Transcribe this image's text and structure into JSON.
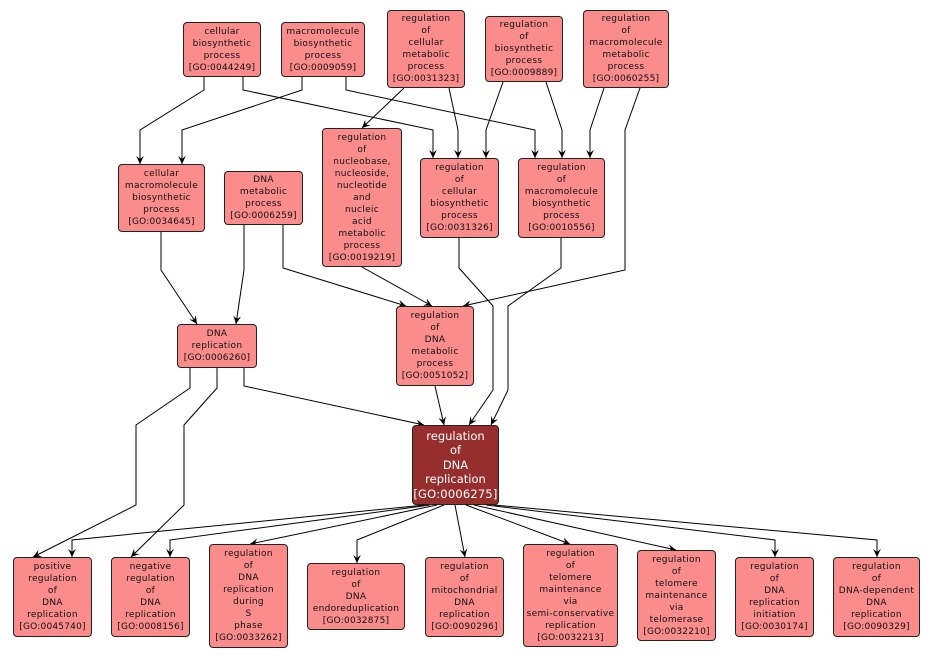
{
  "title": "GO term ancestor/descendant graph for regulation of DNA replication",
  "colors": {
    "node_fill": "#fa8c8c",
    "focus_fill": "#972e2e",
    "edge": "#000000",
    "border": "#222222"
  },
  "nodes": [
    {
      "id": "n0044249",
      "lines": [
        "cellular",
        "biosynthetic",
        "process"
      ],
      "go": "[GO:0044249]"
    },
    {
      "id": "n0009059",
      "lines": [
        "macromolecule",
        "biosynthetic",
        "process"
      ],
      "go": "[GO:0009059]"
    },
    {
      "id": "n0031323",
      "lines": [
        "regulation",
        "of",
        "cellular",
        "metabolic",
        "process"
      ],
      "go": "[GO:0031323]"
    },
    {
      "id": "n0009889",
      "lines": [
        "regulation",
        "of",
        "biosynthetic",
        "process"
      ],
      "go": "[GO:0009889]"
    },
    {
      "id": "n0060255",
      "lines": [
        "regulation",
        "of",
        "macromolecule",
        "metabolic",
        "process"
      ],
      "go": "[GO:0060255]"
    },
    {
      "id": "n0034645",
      "lines": [
        "cellular",
        "macromolecule",
        "biosynthetic",
        "process"
      ],
      "go": "[GO:0034645]"
    },
    {
      "id": "n0006259",
      "lines": [
        "DNA",
        "metabolic",
        "process"
      ],
      "go": "[GO:0006259]"
    },
    {
      "id": "n0019219",
      "lines": [
        "regulation",
        "of",
        "nucleobase,",
        "nucleoside,",
        "nucleotide",
        "and",
        "nucleic",
        "acid",
        "metabolic",
        "process"
      ],
      "go": "[GO:0019219]"
    },
    {
      "id": "n0031326",
      "lines": [
        "regulation",
        "of",
        "cellular",
        "biosynthetic",
        "process"
      ],
      "go": "[GO:0031326]"
    },
    {
      "id": "n0010556",
      "lines": [
        "regulation",
        "of",
        "macromolecule",
        "biosynthetic",
        "process"
      ],
      "go": "[GO:0010556]"
    },
    {
      "id": "n0006260",
      "lines": [
        "DNA",
        "replication"
      ],
      "go": "[GO:0006260]"
    },
    {
      "id": "n0051052",
      "lines": [
        "regulation",
        "of",
        "DNA",
        "metabolic",
        "process"
      ],
      "go": "[GO:0051052]"
    },
    {
      "id": "n0006275",
      "lines": [
        "regulation",
        "of",
        "DNA",
        "replication"
      ],
      "go": "[GO:0006275]",
      "focus": true
    },
    {
      "id": "n0045740",
      "lines": [
        "positive",
        "regulation",
        "of",
        "DNA",
        "replication"
      ],
      "go": "[GO:0045740]"
    },
    {
      "id": "n0008156",
      "lines": [
        "negative",
        "regulation",
        "of",
        "DNA",
        "replication"
      ],
      "go": "[GO:0008156]"
    },
    {
      "id": "n0033262",
      "lines": [
        "regulation",
        "of",
        "DNA",
        "replication",
        "during",
        "S",
        "phase"
      ],
      "go": "[GO:0033262]"
    },
    {
      "id": "n0032875",
      "lines": [
        "regulation",
        "of",
        "DNA",
        "endoreduplication"
      ],
      "go": "[GO:0032875]"
    },
    {
      "id": "n0090296",
      "lines": [
        "regulation",
        "of",
        "mitochondrial",
        "DNA",
        "replication"
      ],
      "go": "[GO:0090296]"
    },
    {
      "id": "n0032213",
      "lines": [
        "regulation",
        "of",
        "telomere",
        "maintenance",
        "via",
        "semi-conservative",
        "replication"
      ],
      "go": "[GO:0032213]"
    },
    {
      "id": "n0032210",
      "lines": [
        "regulation",
        "of",
        "telomere",
        "maintenance",
        "via",
        "telomerase"
      ],
      "go": "[GO:0032210]"
    },
    {
      "id": "n0030174",
      "lines": [
        "regulation",
        "of",
        "DNA",
        "replication",
        "initiation"
      ],
      "go": "[GO:0030174]"
    },
    {
      "id": "n0090329",
      "lines": [
        "regulation",
        "of",
        "DNA-dependent",
        "DNA",
        "replication"
      ],
      "go": "[GO:0090329]"
    }
  ],
  "edges": [
    {
      "from": "n0044249",
      "to": "n0034645"
    },
    {
      "from": "n0044249",
      "to": "n0031326"
    },
    {
      "from": "n0009059",
      "to": "n0034645"
    },
    {
      "from": "n0009059",
      "to": "n0010556"
    },
    {
      "from": "n0031323",
      "to": "n0019219"
    },
    {
      "from": "n0031323",
      "to": "n0031326"
    },
    {
      "from": "n0009889",
      "to": "n0031326"
    },
    {
      "from": "n0009889",
      "to": "n0010556"
    },
    {
      "from": "n0060255",
      "to": "n0010556"
    },
    {
      "from": "n0060255",
      "to": "n0051052"
    },
    {
      "from": "n0034645",
      "to": "n0006260"
    },
    {
      "from": "n0006259",
      "to": "n0006260"
    },
    {
      "from": "n0006259",
      "to": "n0051052"
    },
    {
      "from": "n0019219",
      "to": "n0051052"
    },
    {
      "from": "n0031326",
      "to": "n0006275"
    },
    {
      "from": "n0010556",
      "to": "n0006275"
    },
    {
      "from": "n0006260",
      "to": "n0006275"
    },
    {
      "from": "n0006260",
      "to": "n0045740"
    },
    {
      "from": "n0006260",
      "to": "n0008156"
    },
    {
      "from": "n0051052",
      "to": "n0006275"
    },
    {
      "from": "n0006275",
      "to": "n0045740"
    },
    {
      "from": "n0006275",
      "to": "n0008156"
    },
    {
      "from": "n0006275",
      "to": "n0033262"
    },
    {
      "from": "n0006275",
      "to": "n0032875"
    },
    {
      "from": "n0006275",
      "to": "n0090296"
    },
    {
      "from": "n0006275",
      "to": "n0032213"
    },
    {
      "from": "n0006275",
      "to": "n0032210"
    },
    {
      "from": "n0006275",
      "to": "n0030174"
    },
    {
      "from": "n0006275",
      "to": "n0090329"
    }
  ]
}
